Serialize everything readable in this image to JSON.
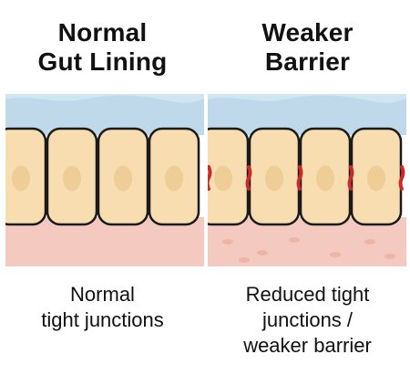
{
  "colors": {
    "lumen": "#bfd9ea",
    "lumen_wave": "#cfe5f2",
    "tissue": "#f3c9c0",
    "tissue_spot": "#eeb4a8",
    "cell_fill": "#f7ddb0",
    "nucleus": "#eecd96",
    "outline": "#1a1a1a",
    "gap": "#c92a2a"
  },
  "panels": [
    {
      "id": "normal",
      "title_lines": [
        "Normal",
        "Gut Lining"
      ],
      "caption_lines": [
        "Normal",
        "tight junctions"
      ],
      "has_gaps": false,
      "has_tissue_spots": false
    },
    {
      "id": "weaker",
      "title_lines": [
        "Weaker",
        "Barrier"
      ],
      "caption_lines": [
        "Reduced tight",
        "junctions /",
        "weaker barrier"
      ],
      "has_gaps": true,
      "has_tissue_spots": true
    }
  ]
}
